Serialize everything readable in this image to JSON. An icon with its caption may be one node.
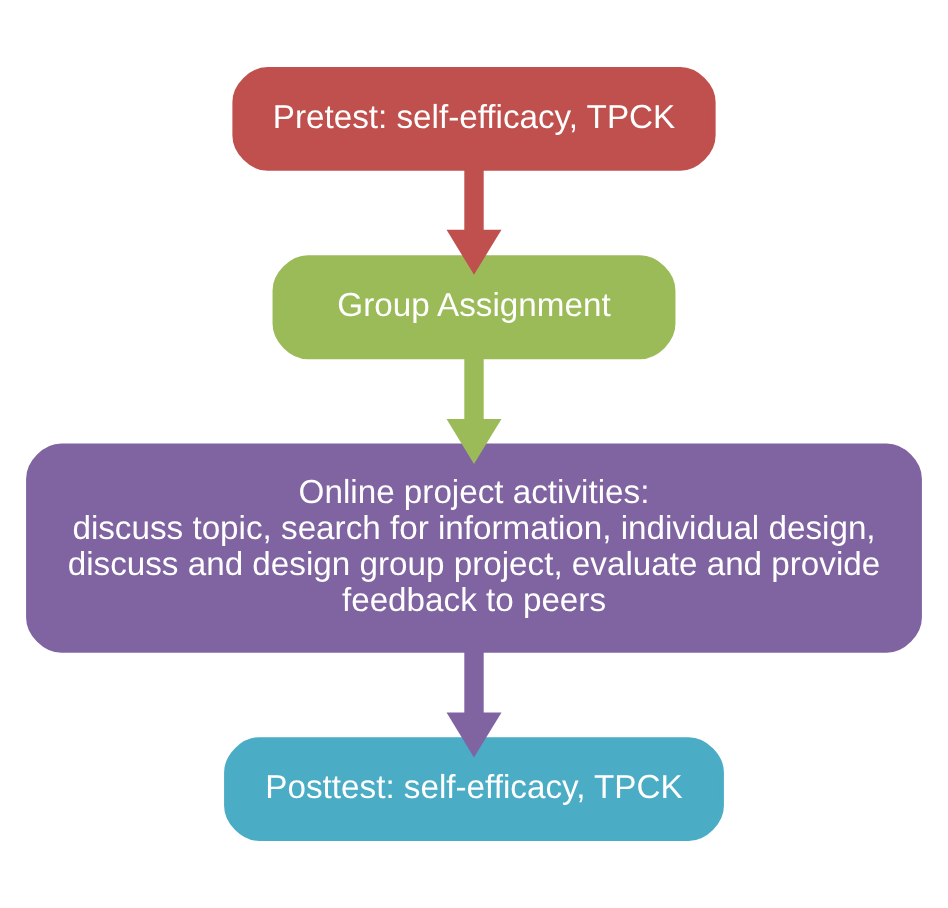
{
  "diagram": {
    "nodes": [
      {
        "text": [
          "Pretest: self-efficacy, TPCK"
        ]
      },
      {
        "text": [
          "Group Assignment"
        ]
      },
      {
        "text": [
          "Online project activities:",
          "discuss topic, search for information, individual design, discuss and design group project, evaluate and provide feedback to peers"
        ]
      },
      {
        "text": [
          "Posttest: self-efficacy, TPCK"
        ]
      }
    ],
    "edges": [
      {
        "from": 0,
        "to": 1,
        "arrow": "to",
        "color": "#c0504d"
      },
      {
        "from": 1,
        "to": 2,
        "arrow": "to",
        "color": "#9bbb59"
      },
      {
        "from": 2,
        "to": 3,
        "arrow": "to",
        "color": "#8064a2"
      }
    ]
  }
}
